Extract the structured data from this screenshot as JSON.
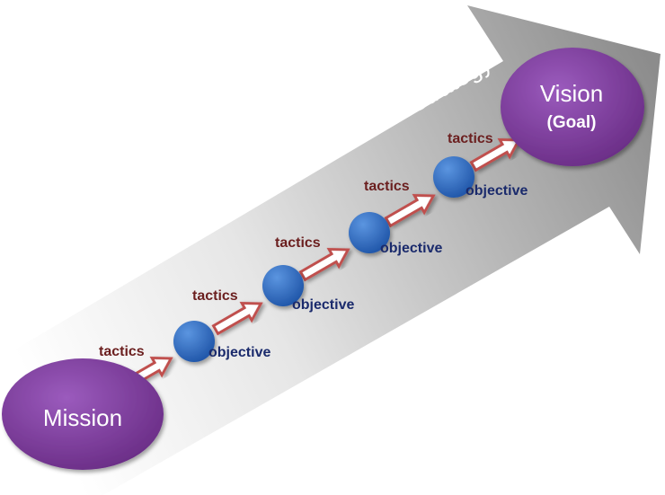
{
  "strategy_label": "Strategy",
  "start": {
    "label": "Mission"
  },
  "end": {
    "label": "Vision",
    "sublabel": "(Goal)"
  },
  "steps": [
    {
      "tactic": "tactics",
      "objective": "objective"
    },
    {
      "tactic": "tactics",
      "objective": "objective"
    },
    {
      "tactic": "tactics",
      "objective": "objective"
    },
    {
      "tactic": "tactics",
      "objective": "objective"
    },
    {
      "tactic": "tactics",
      "objective": ""
    }
  ],
  "colors": {
    "node_purple": "#7a3d96",
    "objective_blue": "#2f6cc4",
    "tactic_arrow": "#c0504d",
    "tactic_text": "#6b1f1f",
    "objective_text": "#1a2a6c",
    "big_arrow_dark": "#8a8a8a",
    "big_arrow_light": "#fbfbfb"
  }
}
